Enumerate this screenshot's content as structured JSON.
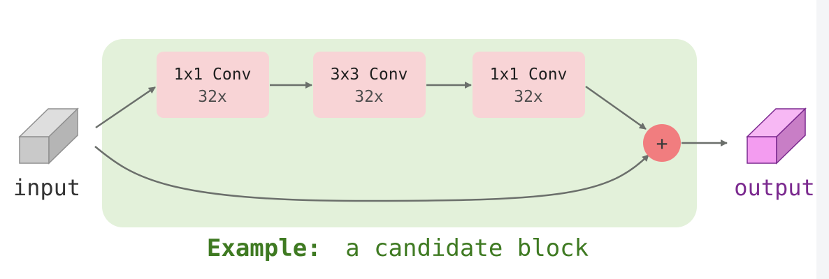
{
  "diagram": {
    "input_label": "input",
    "output_label": "output",
    "caption_prefix": "Example:",
    "caption_rest": "a candidate block",
    "add_symbol": "+",
    "nodes": [
      {
        "title": "1x1 Conv",
        "count": "32x"
      },
      {
        "title": "3x3 Conv",
        "count": "32x"
      },
      {
        "title": "1x1 Conv",
        "count": "32x"
      }
    ]
  },
  "colors": {
    "block_background": "#e3f1da",
    "conv_box": "#f8d4d6",
    "add_circle": "#f17d7f",
    "arrow": "#6b6f6b",
    "input_cube": "#c9c9c9",
    "output_cube": "#f39cf0",
    "input_text": "#333333",
    "output_text": "#7b2a8f",
    "caption_text": "#3f7a22"
  }
}
